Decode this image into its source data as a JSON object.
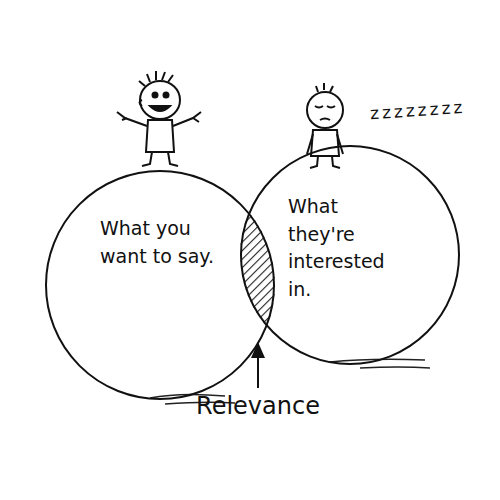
{
  "diagram": {
    "nodes": [
      {
        "text": [
          "What you want to say."
        ]
      },
      {
        "text": [
          "What they're interested in."
        ]
      }
    ],
    "labels": [
      "Relevance",
      "zzzzzzzz"
    ]
  }
}
